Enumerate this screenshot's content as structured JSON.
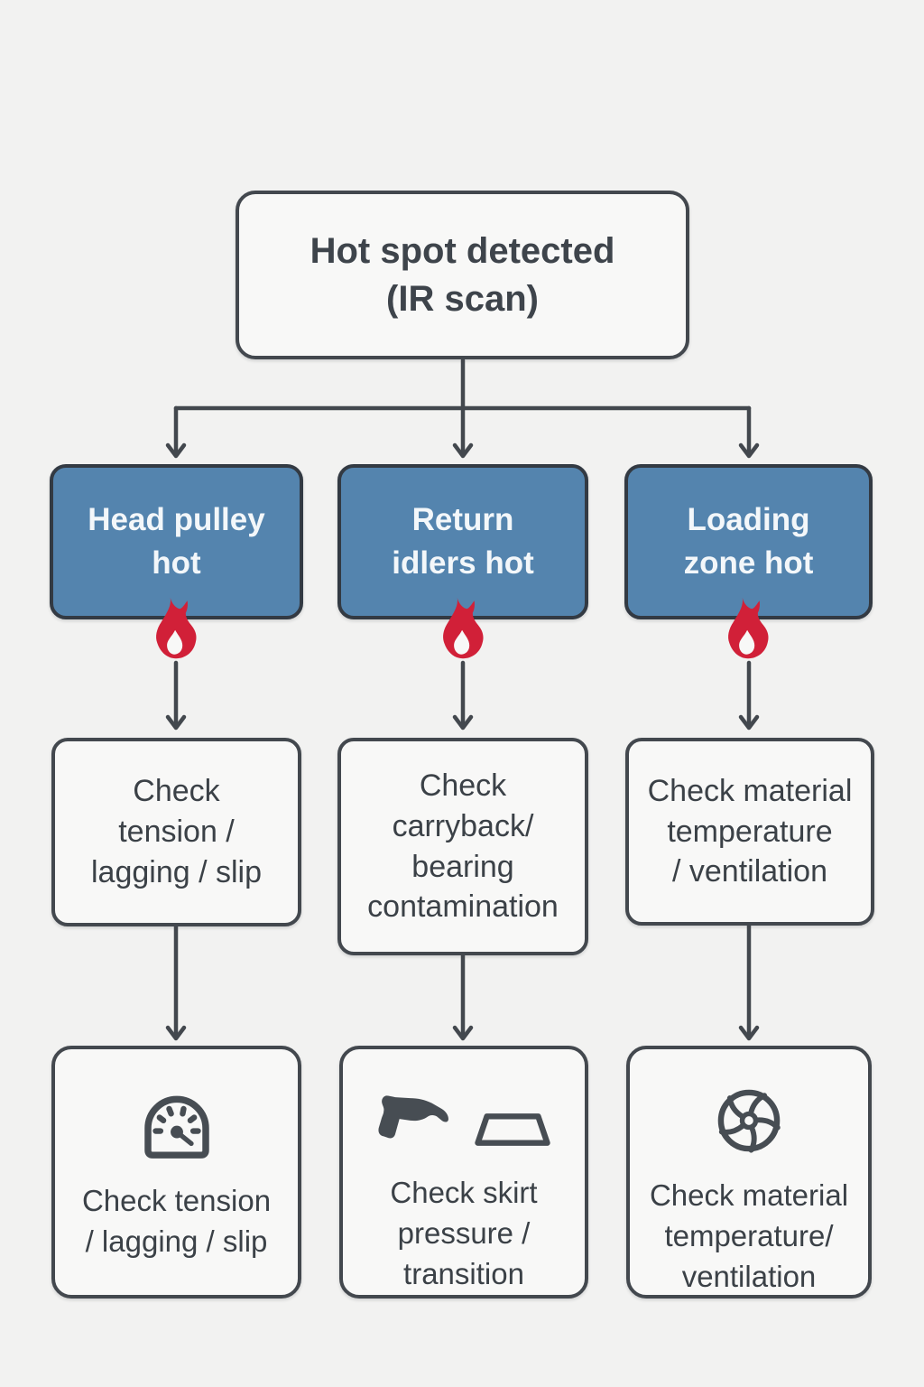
{
  "colors": {
    "background": "#f2f2f1",
    "box_fill": "#f8f8f7",
    "box_border": "#43484e",
    "cause_fill": "#5484ae",
    "cause_border": "#333a43",
    "flame_red": "#d12038",
    "text_dark": "#3b4147",
    "text_light": "#f3f7fa",
    "connector": "#43484e",
    "icon_gray": "#474d53"
  },
  "root": {
    "label": "Hot spot detected\n(IR scan)"
  },
  "branches": [
    {
      "cause": "Head pulley\nhot",
      "status_icon": "flame-icon",
      "action": "Check\ntension /\nlagging / slip",
      "final_icon": "gauge-icon",
      "final_action": "Check tension\n/ lagging / slip"
    },
    {
      "cause": "Return\nidlers hot",
      "status_icon": "flame-icon",
      "action": "Check\ncarryback/\nbearing\ncontamination",
      "final_icon": "heat-gun-icon",
      "final_action": "Check skirt\npressure /\ntransition"
    },
    {
      "cause": "Loading\nzone hot",
      "status_icon": "flame-icon",
      "action": "Check material\ntemperature\n/ ventilation",
      "final_icon": "fan-icon",
      "final_action": "Check material\ntemperature/\nventilation"
    }
  ]
}
